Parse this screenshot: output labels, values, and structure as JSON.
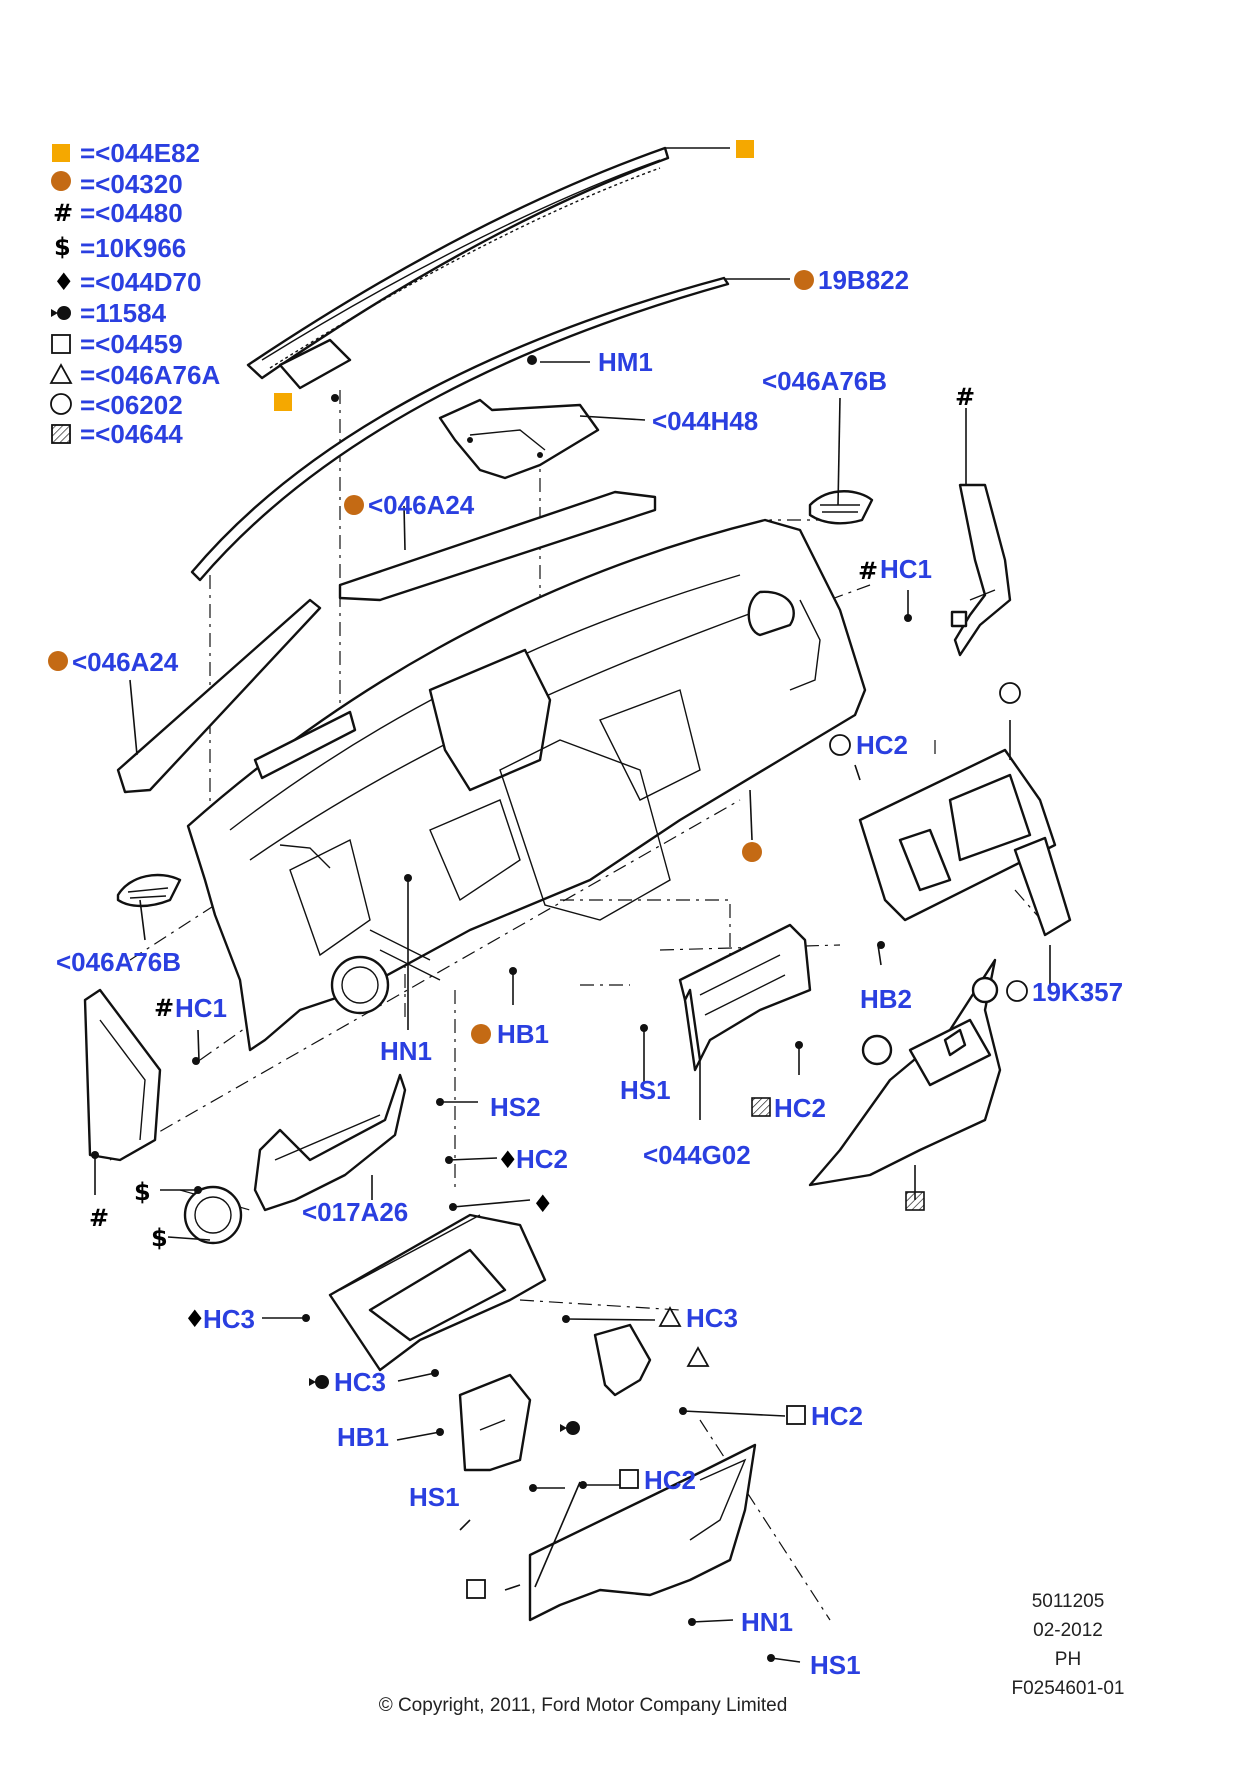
{
  "legend": [
    {
      "symbol": "orange-square",
      "text": "=<044E82"
    },
    {
      "symbol": "brown-circle",
      "text": "=<04320"
    },
    {
      "symbol": "#",
      "text": "=<04480"
    },
    {
      "symbol": "$",
      "text": "=10K966"
    },
    {
      "symbol": "♦",
      "text": "=<044D70"
    },
    {
      "symbol": "push-pin",
      "text": "=11584"
    },
    {
      "symbol": "open-square",
      "text": "=<04459"
    },
    {
      "symbol": "open-triangle",
      "text": "=<046A76A"
    },
    {
      "symbol": "open-circle",
      "text": "=<06202"
    },
    {
      "symbol": "hatched-square",
      "text": "=<04644"
    }
  ],
  "colors": {
    "label": "#2a3fe0",
    "orange_square": "#f5a800",
    "brown_circle": "#c46a14"
  },
  "labels": {
    "19B822": "19B822",
    "HM1": "HM1",
    "044H48": "<044H48",
    "046A76B_top": "<046A76B",
    "046A24_mid": "<046A24",
    "HC1_right": "HC1",
    "046A24_left": "<046A24",
    "HC2_right": "HC2",
    "046A76B_left": "<046A76B",
    "HC1_left": "HC1",
    "HN1_mid": "HN1",
    "HB1_mid": "HB1",
    "HB2": "HB2",
    "19K357": "19K357",
    "HS1_mid": "HS1",
    "HS2": "HS2",
    "HC2_hatch": "HC2",
    "HC2_diamond": "HC2",
    "044G02": "<044G02",
    "017A26": "<017A26",
    "HC3_diamond": "HC3",
    "HC3_triangle": "HC3",
    "HC3_pin": "HC3",
    "HC2_square_upper": "HC2",
    "HB1_low": "HB1",
    "HC2_square_lower": "HC2",
    "HS1_low": "HS1",
    "HN1_low": "HN1",
    "HS1_bottom": "HS1"
  },
  "symbols": {
    "hash": "#",
    "dollar": "$",
    "diamond": "♦"
  },
  "meta": {
    "part_no": "5011205",
    "date": "02-2012",
    "region": "PH",
    "figure": "F0254601-01",
    "copyright": "© Copyright, 2011, Ford Motor Company Limited"
  }
}
